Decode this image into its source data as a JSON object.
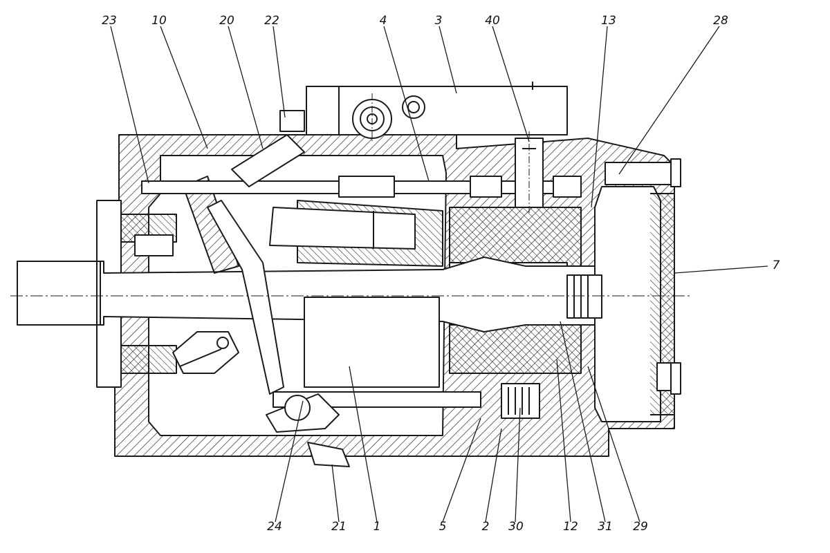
{
  "diagram": {
    "colors": {
      "ink": "#1a1a1a",
      "paper": "#ffffff"
    },
    "callouts": [
      "23",
      "10",
      "20",
      "22",
      "4",
      "3",
      "40",
      "13",
      "28",
      "7",
      "24",
      "21",
      "1",
      "5",
      "2",
      "30",
      "12",
      "31",
      "29"
    ]
  }
}
